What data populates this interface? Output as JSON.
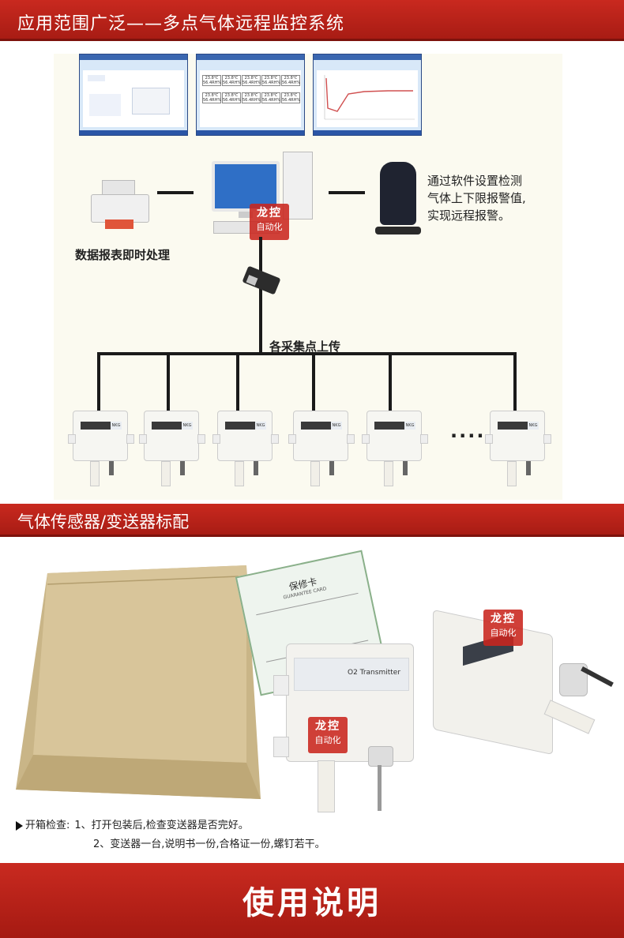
{
  "banners": {
    "top": "应用范围广泛——多点气体远程监控系统",
    "middle": "气体传感器/变送器标配",
    "bottom": "使用说明"
  },
  "diagram": {
    "printer_caption": "数据报表即时处理",
    "alarm_caption_lines": [
      "通过软件设置检测",
      "气体上下限报警值,",
      "实现远程报警。"
    ],
    "bus_caption": "各采集点上传",
    "ellipsis": "····",
    "reading_temp": "23.8℃",
    "reading_hum": "56.4RH%",
    "box_badge": "NKG"
  },
  "brand_logo": {
    "line1": "龙控",
    "line2": "自动化"
  },
  "product": {
    "card_title": "保修卡",
    "card_sub": "GUARANTEE CARD",
    "transmitter_label": "O2 Transmitter"
  },
  "package_check": {
    "title": "开箱检查:",
    "item1": "1、打开包装后,检查变送器是否完好。",
    "item2": "2、变送器一台,说明书一份,合格证一份,螺钉若干。"
  },
  "colors": {
    "banner_red": "#b8231a",
    "panel_bg": "#fbfaf0"
  }
}
